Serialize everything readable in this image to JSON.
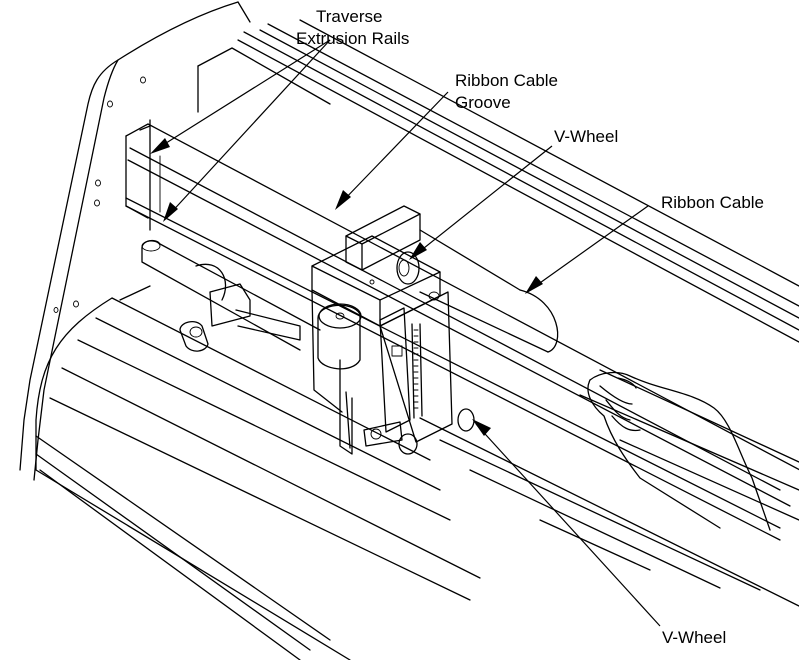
{
  "labels": {
    "traverse_line1": "Traverse",
    "traverse_line2": "Extrusion Rails",
    "groove_line1": "Ribbon Cable",
    "groove_line2": "Groove",
    "vwheel_top": "V-Wheel",
    "ribbon_cable": "Ribbon Cable",
    "vwheel_bottom": "V-Wheel"
  },
  "colors": {
    "line": "#000000",
    "background": "#ffffff"
  }
}
